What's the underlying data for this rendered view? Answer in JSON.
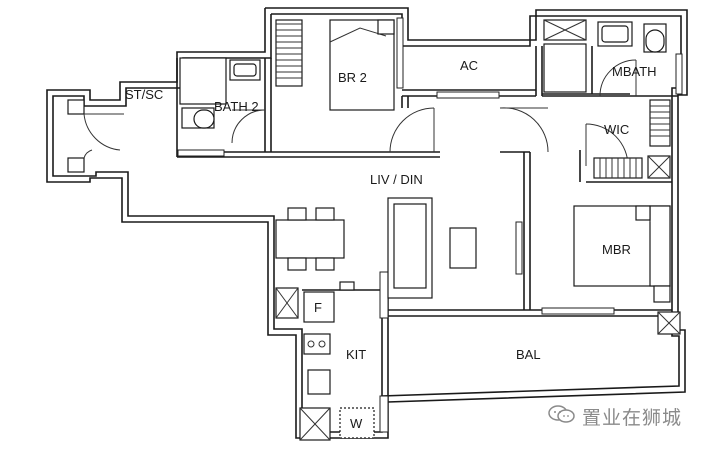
{
  "rooms": {
    "st_sc": "ST/SC",
    "bath2": "BATH 2",
    "br2": "BR 2",
    "ac": "AC",
    "mbath": "MBATH",
    "wic": "WIC",
    "liv_din": "LIV / DIN",
    "mbr": "MBR",
    "kit": "KIT",
    "bal": "BAL"
  },
  "fixtures": {
    "fridge": "F",
    "washer": "W"
  },
  "watermark": {
    "text": "置业在狮城",
    "icon": "wechat-icon",
    "color": "#8a8a8a"
  }
}
